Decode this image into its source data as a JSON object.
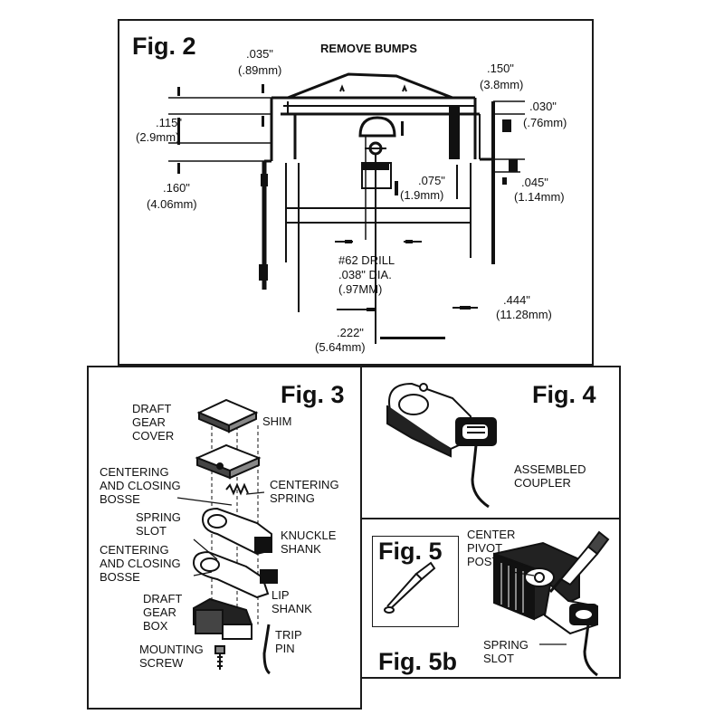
{
  "fig2": {
    "title": "Fig. 2",
    "remove_bumps": "REMOVE BUMPS",
    "dims": {
      "d035_in": ".035\"",
      "d035_mm": "(.89mm)",
      "d150_in": ".150\"",
      "d150_mm": "(3.8mm)",
      "d030_in": ".030\"",
      "d030_mm": "(.76mm)",
      "d115_in": ".115\"",
      "d115_mm": "(2.9mm)",
      "d160_in": ".160\"",
      "d160_mm": "(4.06mm)",
      "d075_in": ".075\"",
      "d075_mm": "(1.9mm)",
      "d045_in": ".045\"",
      "d045_mm": "(1.14mm)",
      "drill_line1": "#62 DRILL",
      "drill_line2": ".038\" DIA.",
      "drill_line3": "(.97MM)",
      "d444_in": ".444\"",
      "d444_mm": "(11.28mm)",
      "d222_in": ".222\"",
      "d222_mm": "(5.64mm)"
    }
  },
  "fig3": {
    "title": "Fig. 3",
    "labels": {
      "draft_gear_cover": "DRAFT\nGEAR\nCOVER",
      "shim": "SHIM",
      "centering_closing_bosse_1": "CENTERING\nAND CLOSING\nBOSSE",
      "centering_spring": "CENTERING\nSPRING",
      "spring_slot": "SPRING\nSLOT",
      "knuckle_shank": "KNUCKLE\nSHANK",
      "centering_closing_bosse_2": "CENTERING\nAND CLOSING\nBOSSE",
      "lip_shank": "LIP\nSHANK",
      "draft_gear_box": "DRAFT\nGEAR\nBOX",
      "trip_pin": "TRIP\nPIN",
      "mounting_screw": "MOUNTING\nSCREW"
    }
  },
  "fig4": {
    "title": "Fig. 4",
    "label": "ASSEMBLED\nCOUPLER"
  },
  "fig5": {
    "title": "Fig. 5",
    "title_b": "Fig. 5b",
    "center_pivot_post": "CENTER\nPIVOT\nPOST",
    "spring_slot": "SPRING\nSLOT"
  }
}
